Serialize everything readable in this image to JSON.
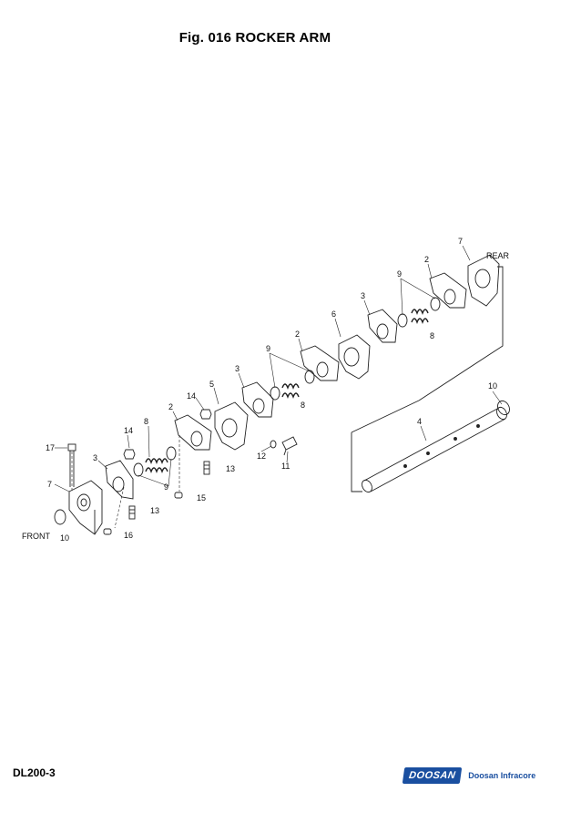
{
  "title": "Fig. 016 ROCKER ARM",
  "labels": {
    "front": "FRONT",
    "rear": "REAR"
  },
  "callouts": [
    "2",
    "2",
    "2",
    "3",
    "3",
    "3",
    "4",
    "5",
    "6",
    "7",
    "7",
    "8",
    "8",
    "8",
    "9",
    "9",
    "9",
    "10",
    "10",
    "11",
    "12",
    "13",
    "13",
    "14",
    "14",
    "15",
    "16",
    "17"
  ],
  "footer": {
    "model": "DL200-3",
    "brand": "DOOSAN",
    "company": "Doosan Infracore"
  }
}
